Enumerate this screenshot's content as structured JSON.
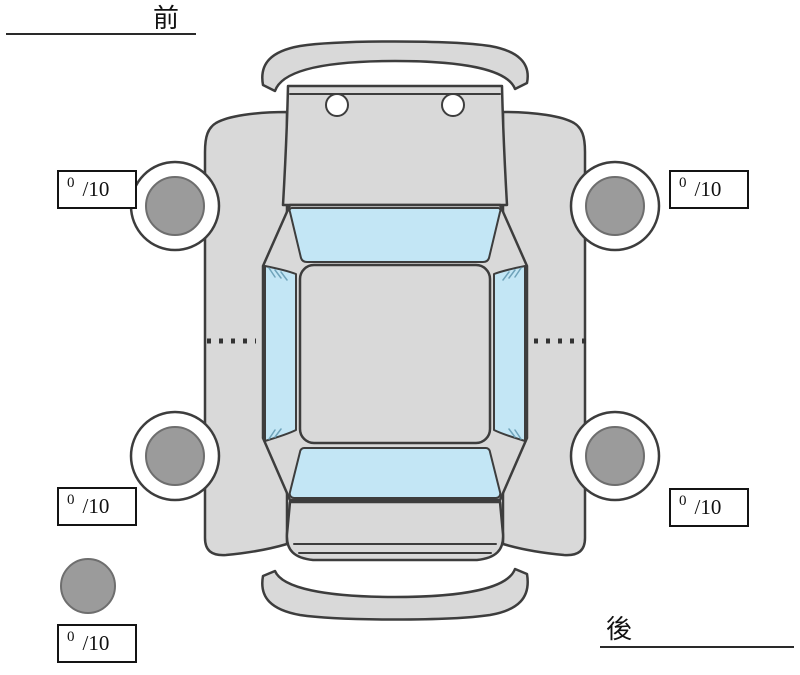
{
  "orientation": {
    "front_label": "前",
    "rear_label": "後"
  },
  "tires": {
    "front_left": {
      "score": "0",
      "max": "/10"
    },
    "front_right": {
      "score": "0",
      "max": "/10"
    },
    "rear_left": {
      "score": "0",
      "max": "/10"
    },
    "rear_right": {
      "score": "0",
      "max": "/10"
    },
    "spare": {
      "score": "0",
      "max": "/10"
    }
  },
  "colors": {
    "body": "#d9d9d9",
    "glass": "#c3e6f5",
    "tire": "#9b9b9b",
    "outline": "#3d3d3d",
    "background": "#ffffff"
  }
}
